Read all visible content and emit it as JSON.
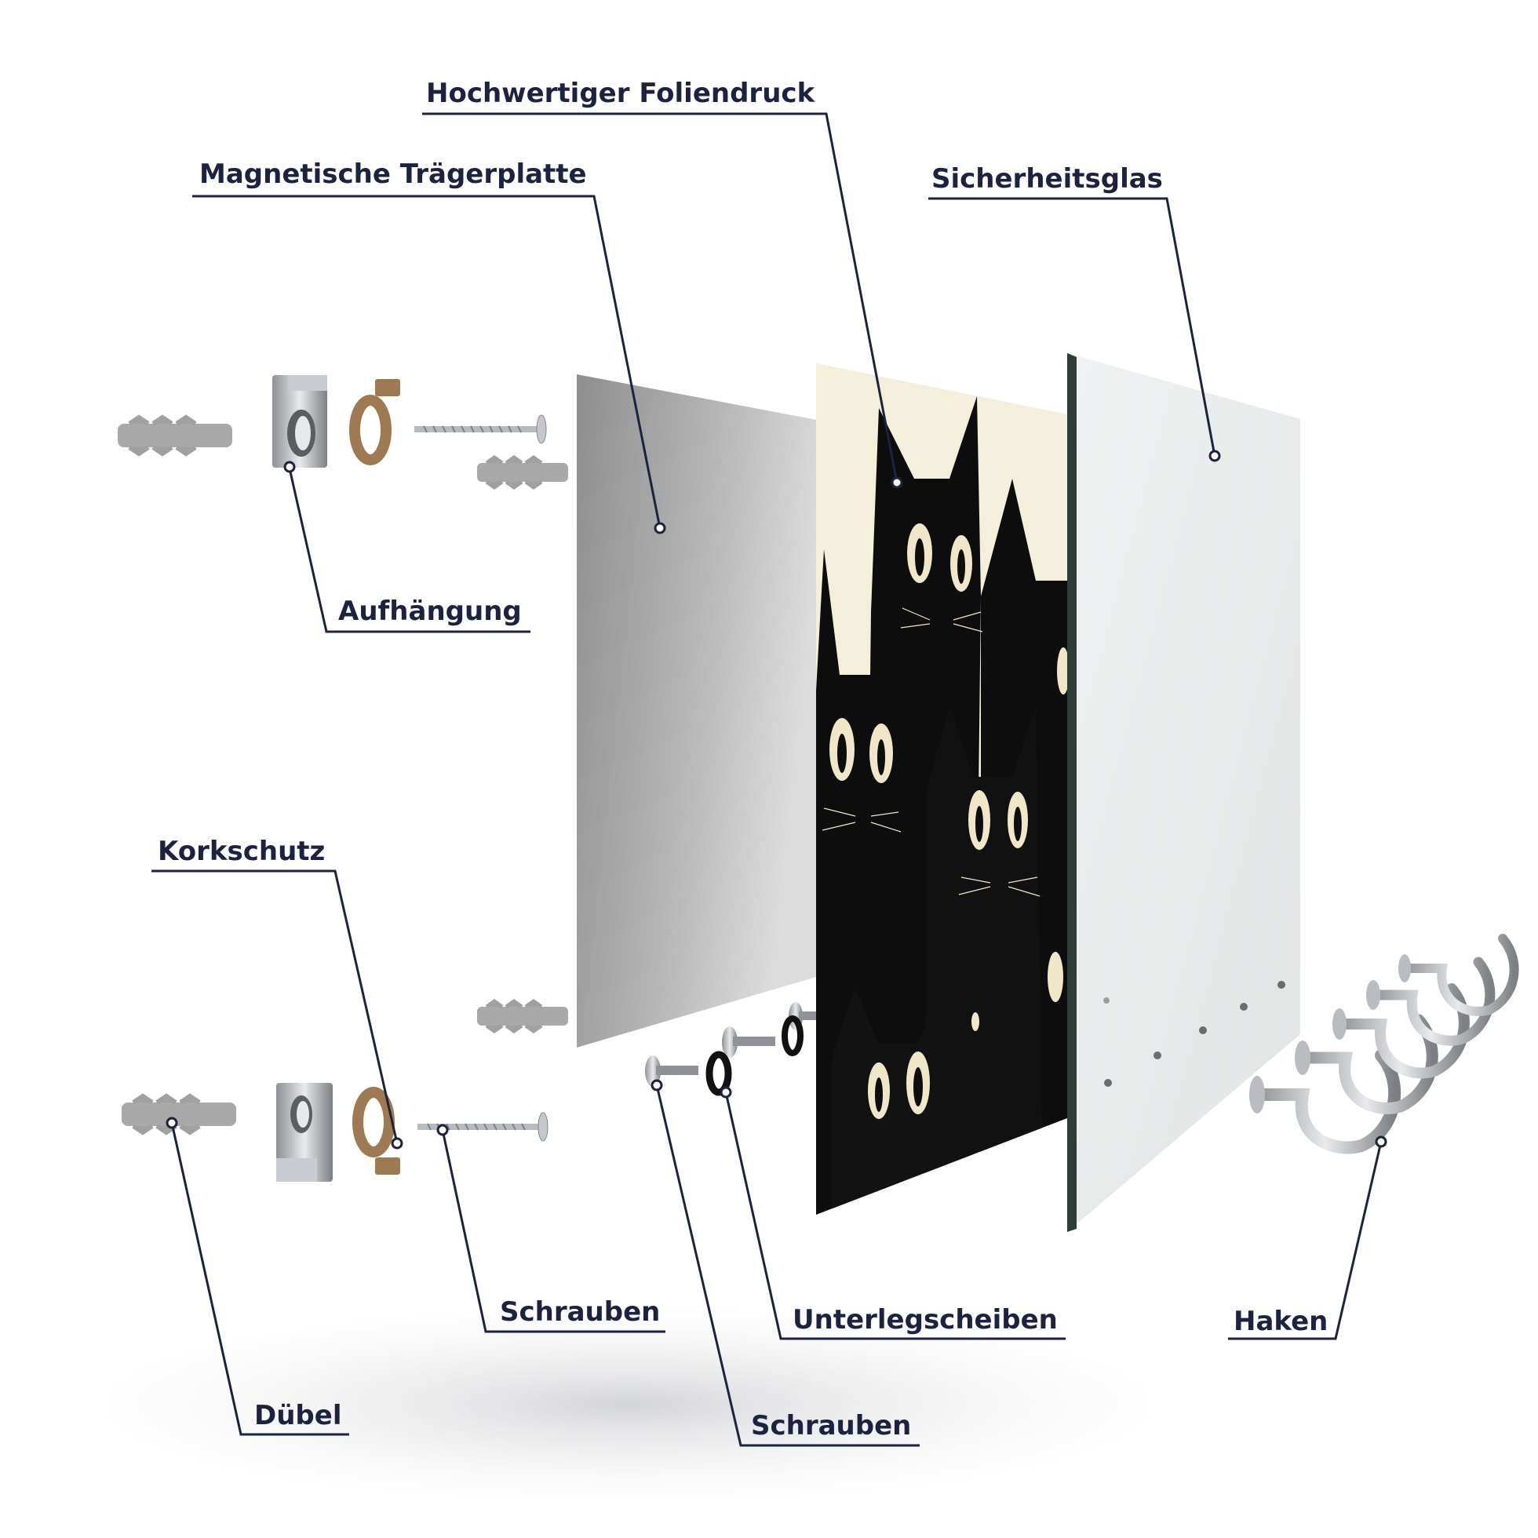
{
  "labels": {
    "foliendruck": "Hochwertiger Foliendruck",
    "traegerplatte": "Magnetische Trägerplatte",
    "sicherheitsglas": "Sicherheitsglas",
    "aufhaengung": "Aufhängung",
    "korkschutz": "Korkschutz",
    "schrauben_wall": "Schrauben",
    "duebel": "Dübel",
    "unterlegscheiben": "Unterlegscheiben",
    "schrauben_hooks": "Schrauben",
    "haken": "Haken"
  },
  "colors": {
    "label_text": "#1b2340",
    "leader_line": "#1b2340",
    "metal_plate": "#9a9a9a",
    "print_background": "#f3efdb",
    "cat_black": "#0d0d0d",
    "cat_eye": "#efe7c8",
    "glass": "#e6eaea",
    "glass_edge": "#2f3d36",
    "cork": "#9d7a52",
    "steel": "#c4c7cb",
    "plug": "#a9a9a9"
  },
  "icons": [
    "wall-plug-icon",
    "mounting-bracket-icon",
    "cork-ring-icon",
    "wood-screw-icon",
    "machine-screw-icon",
    "washer-icon",
    "hook-icon"
  ]
}
